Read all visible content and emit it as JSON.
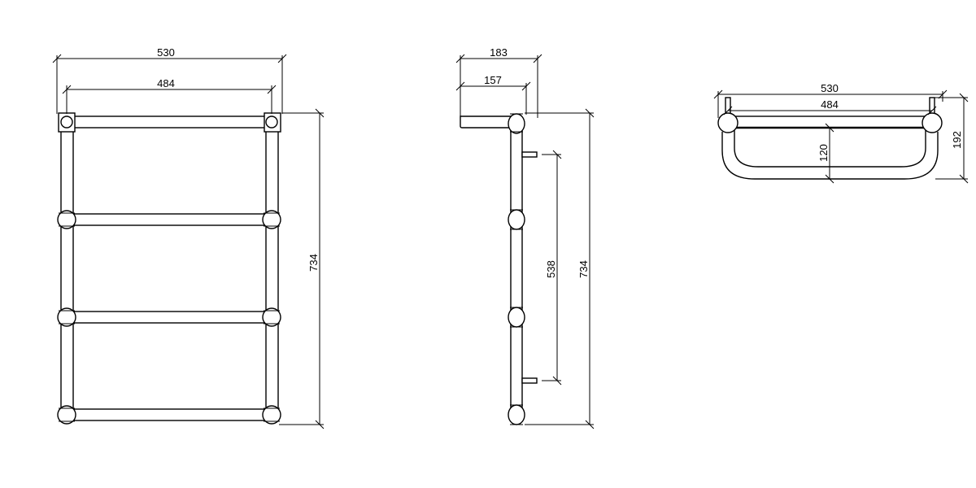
{
  "front_view": {
    "width_overall": "530",
    "width_centers": "484",
    "height": "734"
  },
  "side_view": {
    "depth_overall": "183",
    "depth_arm": "157",
    "bracket_spacing": "538",
    "height": "734"
  },
  "top_view": {
    "width_overall": "530",
    "width_centers": "484",
    "rail_offset": "120",
    "depth": "192"
  },
  "colors": {
    "line": "#000000",
    "background": "#ffffff"
  }
}
